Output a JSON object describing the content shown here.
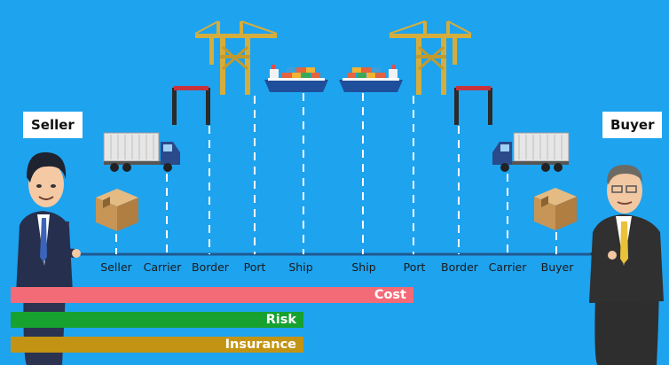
{
  "labels": {
    "seller": "Seller",
    "buyer": "Buyer"
  },
  "route": [
    "Seller",
    "Carrier",
    "Border",
    "Port",
    "Ship",
    "Ship",
    "Port",
    "Border",
    "Carrier",
    "Buyer"
  ],
  "bars": {
    "cost": "Cost",
    "risk": "Risk",
    "insurance": "Insurance"
  },
  "colors": {
    "background": "#1ea3ef",
    "cost": "#f46b78",
    "risk": "#17a12f",
    "insurance": "#c39413",
    "timeline": "#1f5a90",
    "crane": "#d4ad3d",
    "ship_hull": "#1f4f9a"
  },
  "icons": [
    "seller-character",
    "buyer-character",
    "cardboard-box-icon",
    "delivery-truck-icon",
    "border-gate-icon",
    "harbor-crane-icon",
    "container-ship-icon"
  ]
}
